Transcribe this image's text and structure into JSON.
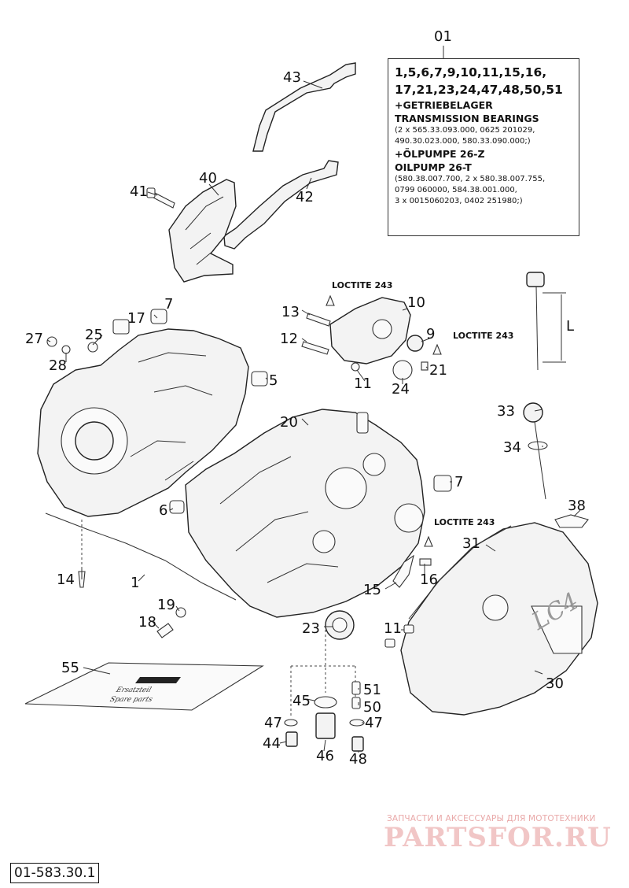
{
  "kit": {
    "number": "01",
    "parts_line1": "1,5,6,7,9,10,11,15,16,",
    "parts_line2": "17,21,23,24,47,48,50,51",
    "line_de_bearings": "+GETRIEBELAGER",
    "line_en_bearings": "TRANSMISSION BEARINGS",
    "bearings_1": "(2 x 565.33.093.000, 0625 201029,",
    "bearings_2": "490.30.023.000, 580.33.090.000;)",
    "line_de_pump": "+ÖLPUMPE 26-Z",
    "line_en_pump": "OILPUMP 26-T",
    "pump_1": "(580.38.007.700, 2 x 580.38.007.755,",
    "pump_2": "0799 060000, 584.38.001.000,",
    "pump_3": "3 x 0015060203, 0402 251980;)"
  },
  "loctite": {
    "a": "LOCTITE 243",
    "b": "LOCTITE 243",
    "c": "LOCTITE 243"
  },
  "dimension_label": "L",
  "callouts": {
    "c43": "43",
    "c40": "40",
    "c41": "41",
    "c42": "42",
    "c7a": "7",
    "c17": "17",
    "c25": "25",
    "c27": "27",
    "c28": "28",
    "c5": "5",
    "c13": "13",
    "c10": "10",
    "c12": "12",
    "c9": "9",
    "c21": "21",
    "c11a": "11",
    "c24": "24",
    "c20": "20",
    "c7b": "7",
    "c6": "6",
    "c33": "33",
    "c34": "34",
    "c38": "38",
    "c31": "31",
    "c16": "16",
    "c15": "15",
    "c14": "14",
    "c1": "1",
    "c19": "19",
    "c18": "18",
    "c23": "23",
    "c11b": "11",
    "c30": "30",
    "c55": "55",
    "c51": "51",
    "c45": "45",
    "c50": "50",
    "c47a": "47",
    "c47b": "47",
    "c44": "44",
    "c46": "46",
    "c48": "48"
  },
  "cover_logo": "LC4",
  "manual": {
    "line1": "Ersatzteil",
    "line2": "Spare parts"
  },
  "watermark": {
    "caption": "ЗАПЧАСТИ И АКСЕССУАРЫ ДЛЯ МОТОТЕХНИКИ",
    "logo": "PARTSFOR.RU"
  },
  "doc_number": "01-583.30.1"
}
